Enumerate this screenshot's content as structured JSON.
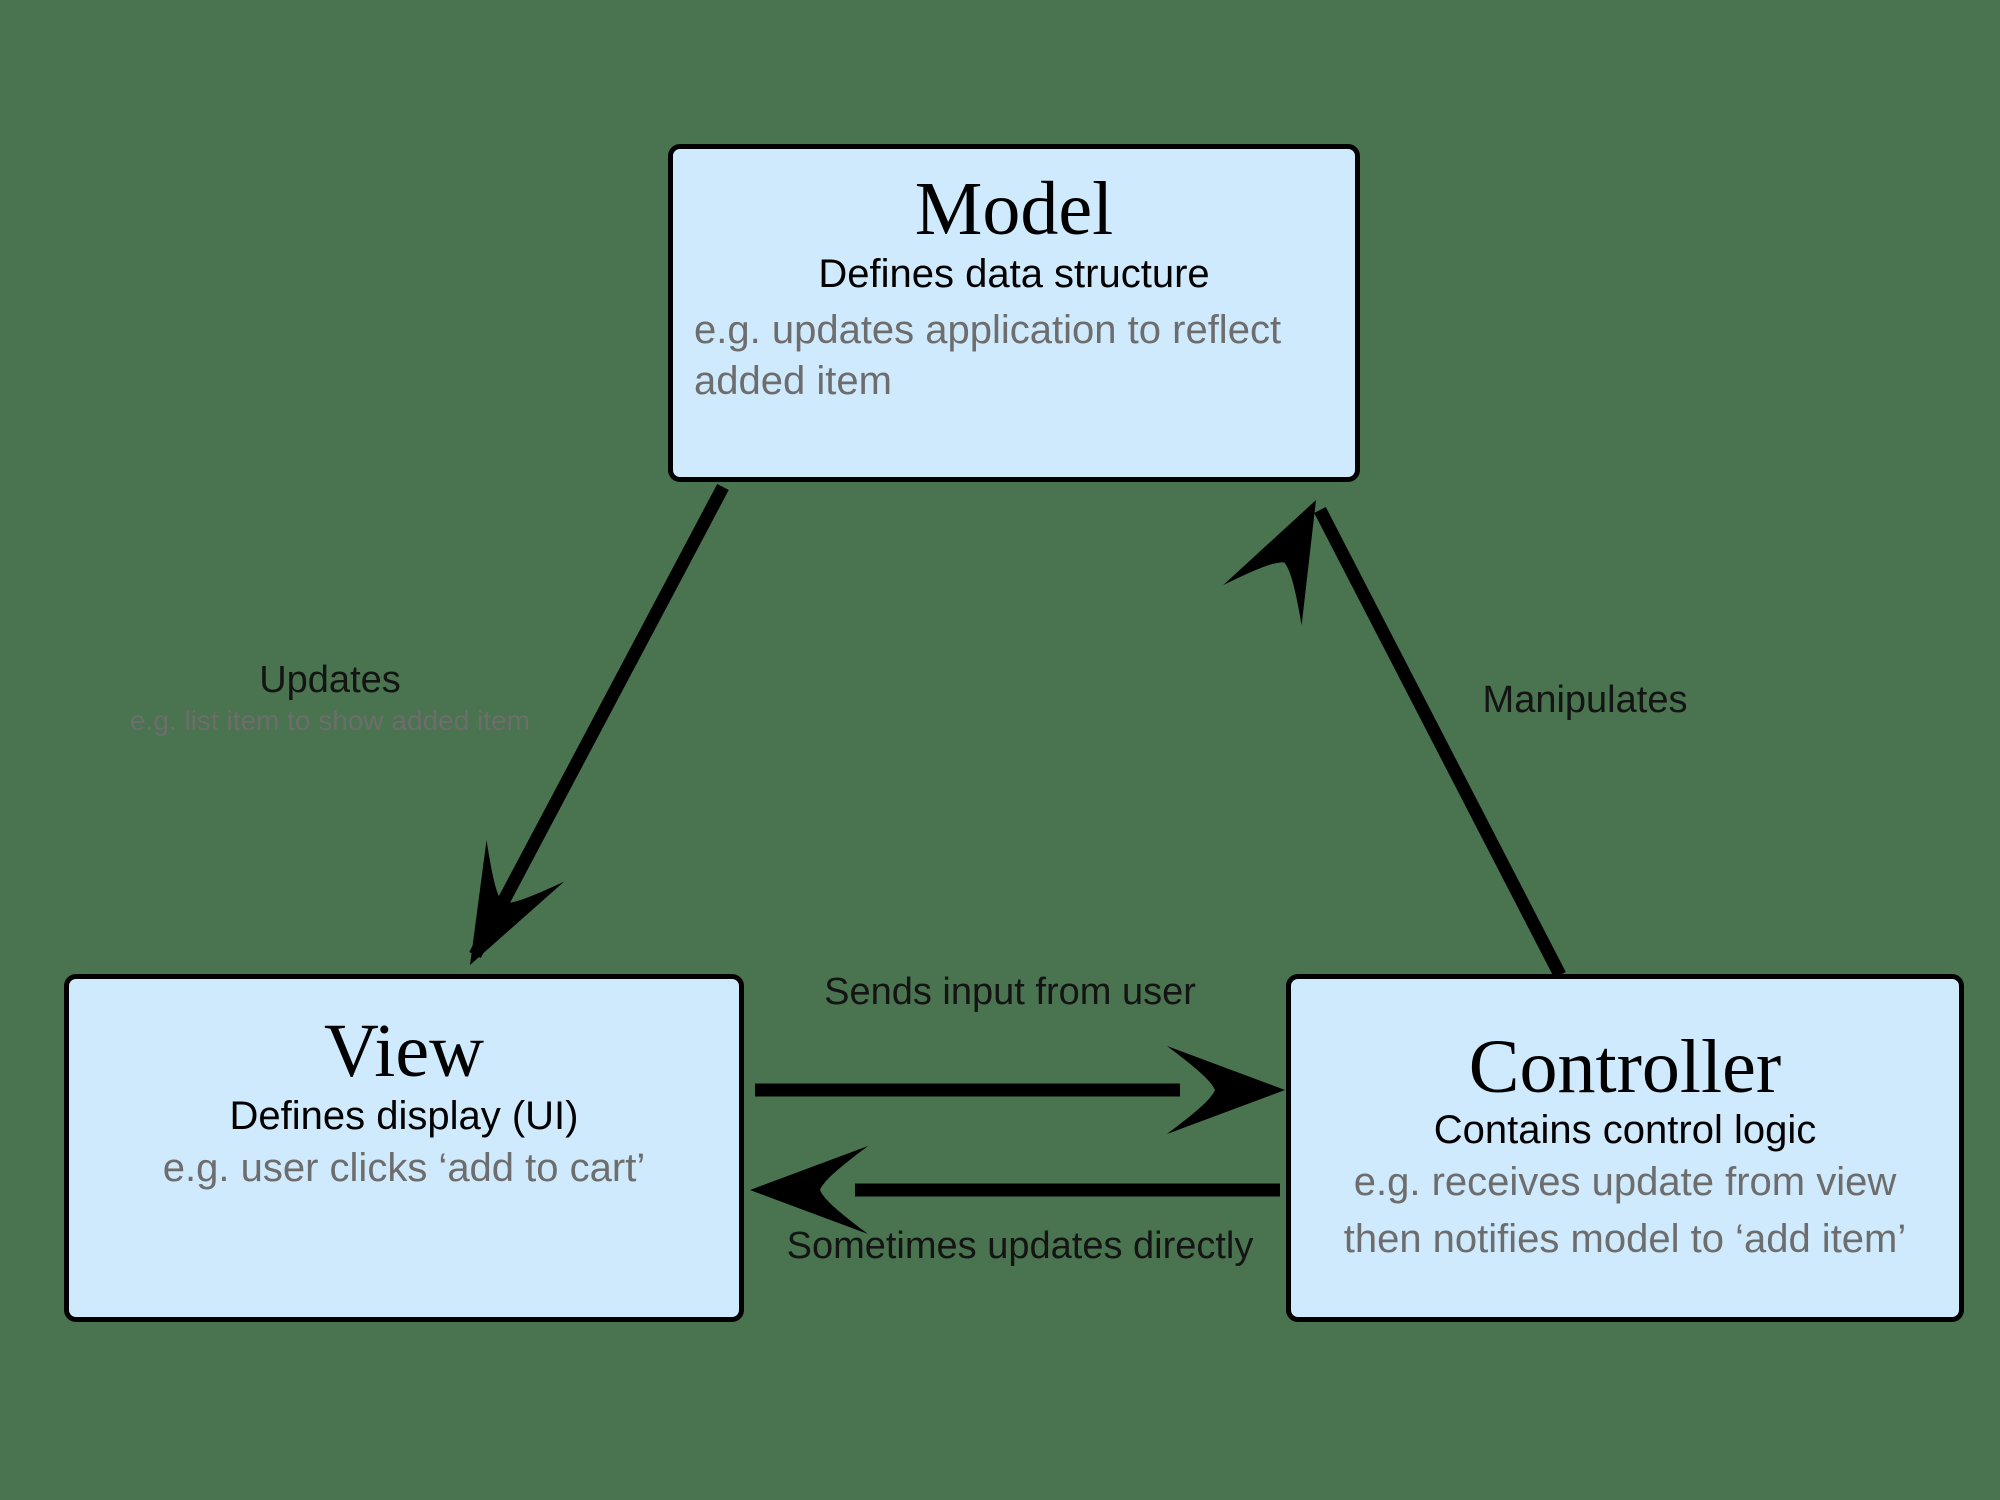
{
  "diagram": {
    "type": "mvc-pattern-diagram",
    "background_color": "#4a7350",
    "node_fill_color": "#cfeafc",
    "node_border_color": "#000000",
    "example_text_color": "#6d6d6d",
    "nodes": [
      {
        "id": "model",
        "title": "Model",
        "subtitle": "Defines data structure",
        "example": "e.g. updates application to reflect added item"
      },
      {
        "id": "view",
        "title": "View",
        "subtitle": "Defines display (UI)",
        "example": "e.g. user clicks ‘add to cart’"
      },
      {
        "id": "controller",
        "title": "Controller",
        "subtitle": "Contains control logic",
        "example_line1": "e.g. receives update from view",
        "example_line2": "then notifies model to ‘add item’"
      }
    ],
    "edges": [
      {
        "id": "model-to-view",
        "from": "Model",
        "to": "View",
        "label": "Updates",
        "example": "e.g. list item to show added item",
        "direction": "down-left"
      },
      {
        "id": "controller-to-model",
        "from": "Controller",
        "to": "Model",
        "label": "Manipulates",
        "example": "",
        "direction": "up-right"
      },
      {
        "id": "view-to-controller",
        "from": "View",
        "to": "Controller",
        "label": "Sends input from user",
        "example": "",
        "direction": "right"
      },
      {
        "id": "controller-to-view",
        "from": "Controller",
        "to": "View",
        "label": "Sometimes updates directly",
        "example": "",
        "direction": "left"
      }
    ]
  }
}
